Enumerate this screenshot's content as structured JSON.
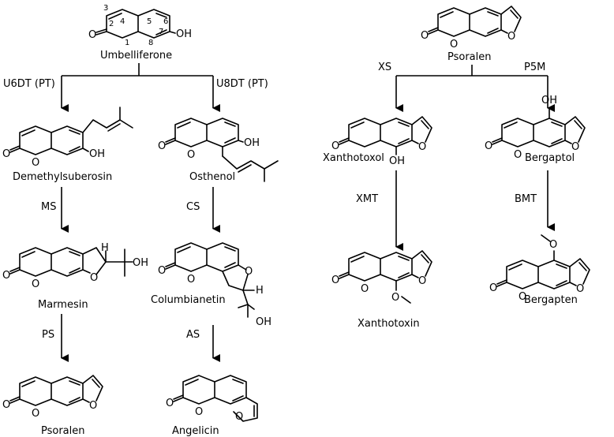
{
  "compounds": {
    "umbelliferone": "Umbelliferone",
    "demethylsuberosin": "Demethylsuberosin",
    "osthenol": "Osthenol",
    "marmesin": "Marmesin",
    "columbianetin": "Columbianetin",
    "psoralen_left": "Psoralen",
    "angelicin": "Angelicin",
    "psoralen_right": "Psoralen",
    "xanthotoxol": "Xanthotoxol",
    "bergaptol": "Bergaptol",
    "xanthotoxin": "Xanthotoxin",
    "bergapten": "Bergapten"
  },
  "enzymes": {
    "u6dt": "U6DT (PT)",
    "u8dt": "U8DT (PT)",
    "ms": "MS",
    "cs": "CS",
    "ps": "PS",
    "as": "AS",
    "xs": "XS",
    "p5m": "P5M",
    "xmt": "XMT",
    "bmt": "BMT"
  },
  "atoms": {
    "O": "O",
    "OH": "OH",
    "H": "H"
  },
  "ring_numbers": [
    "2",
    "3",
    "4",
    "5",
    "6",
    "7",
    "8",
    "1"
  ]
}
